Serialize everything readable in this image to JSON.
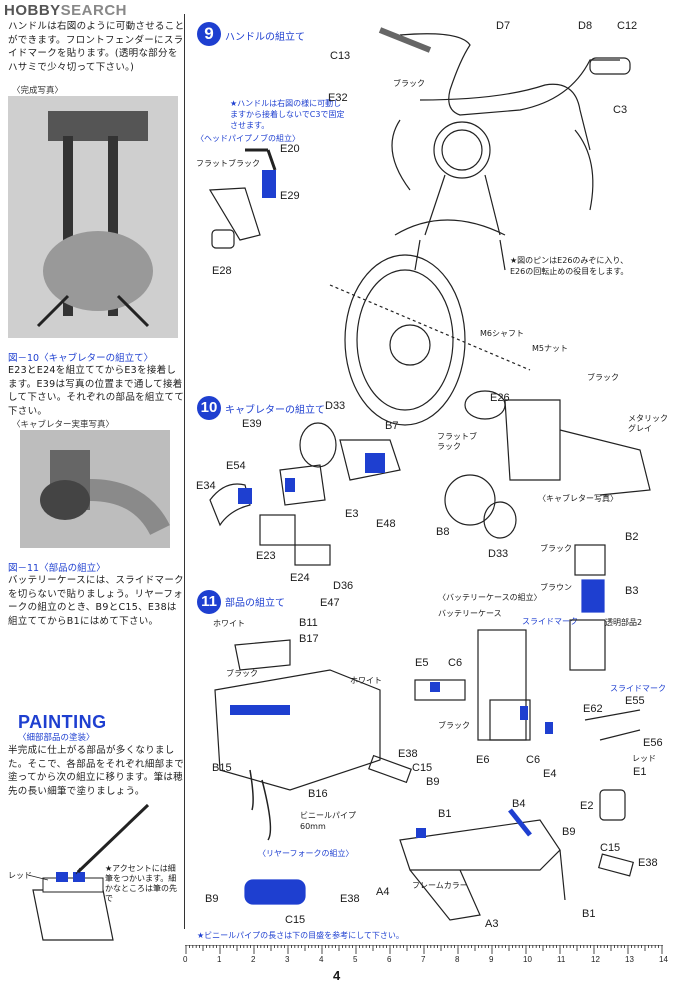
{
  "watermark": {
    "prefix": "HOBBY",
    "suffix": "SEARCH"
  },
  "left": {
    "intro_text": "ハンドルは右図のように可動させることができます。フロントフェンダーにスライドマークを貼ります。(透明な部分をハサミで少々切って下さい。)",
    "photo1_caption": "〈完成写真〉",
    "fig10_title": "図－10〈キャブレターの組立て〉",
    "fig10_text": "E23とE24を組立ててからE3を接着します。E39は写真の位置まで通して接着して下さい。それぞれの部品を組立てて下さい。",
    "photo2_caption": "〈キャブレター実車写真〉",
    "fig11_title": "図－11〈部品の組立〉",
    "fig11_text": "バッテリーケースには、スライドマークを切らないで貼りましょう。リヤーフォークの組立のとき、B9とC15、E38は組立ててからB1にはめて下さい。",
    "painting_title": "PAINTING",
    "painting_sub": "〈細部部品の塗装〉",
    "painting_text": "半完成に仕上がる部品が多くなりました。そこで、各部品をそれぞれ細部まで塗ってから次の組立に移ります。筆は穂先の長い細筆で塗りましょう。",
    "red_label": "レッド",
    "accent_note": "★アクセントには細筆をつかいます。細かなところは筆の先で"
  },
  "step9": {
    "number": "9",
    "title": "ハンドルの組立て",
    "note": "★ハンドルは右図の様に可動しますから接着しないでC3で固定させます。",
    "head_pipe": "〈ヘッドパイプノブの組立〉",
    "flat_black": "フラットブラック",
    "black": "ブラック",
    "pin_note": "★図のピンはE26のみぞに入り、E26の回転止めの役目をします。",
    "shaft": "M6シャフト",
    "nut": "M5ナット",
    "labels": [
      "D7",
      "D8",
      "C12",
      "C13",
      "E32",
      "C3",
      "E20",
      "E29",
      "E28",
      "E26"
    ]
  },
  "step10": {
    "number": "10",
    "title": "キャブレターの組立て",
    "black": "ブラック",
    "metallic_gray": "メタリックグレイ",
    "flat_black": "フラットブラック",
    "photo_caption": "〈キャブレター写真〉",
    "labels": [
      "D33",
      "B7",
      "E39",
      "E54",
      "E34",
      "E3",
      "E48",
      "B8",
      "E23",
      "E24",
      "D36",
      "E47",
      "D33"
    ]
  },
  "step11": {
    "number": "11",
    "title": "部品の組立て",
    "white": "ホワイト",
    "black": "ブラック",
    "brown": "ブラウン",
    "red": "レッド",
    "battery_assy": "〈バッテリーケースの組立〉",
    "battery_case": "バッテリーケース",
    "slide_mark": "スライドマーク",
    "clear_part": "透明部品2",
    "vinyl_pipe": "ビニールパイプ",
    "vinyl_len": "60mm",
    "rear_fork": "〈リヤーフォークの組立〉",
    "frame_color": "フレームカラー",
    "pipe_note": "★ビニールパイプの長さは下の目盛を参考にして下さい。",
    "labels": [
      "B11",
      "B17",
      "B15",
      "B16",
      "E5",
      "C6",
      "E38",
      "C15",
      "B9",
      "B1",
      "E6",
      "C6",
      "E4",
      "E62",
      "E55",
      "E56",
      "E1",
      "E2",
      "B4",
      "B9",
      "C15",
      "E38",
      "A4",
      "B1",
      "A3",
      "B2",
      "B3",
      "B9",
      "C15",
      "E38"
    ]
  },
  "ruler": {
    "numbers": [
      "0",
      "1",
      "2",
      "3",
      "4",
      "5",
      "6",
      "7",
      "8",
      "9",
      "10",
      "11",
      "12",
      "13",
      "14"
    ]
  },
  "page_number": "4"
}
